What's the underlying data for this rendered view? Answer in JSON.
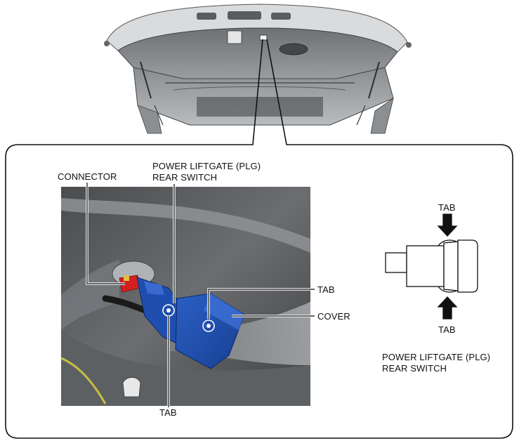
{
  "labels": {
    "connector": "CONNECTOR",
    "plg_switch_line1": "POWER LIFTGATE (PLG)",
    "plg_switch_line2": "REAR SWITCH",
    "tab_right": "TAB",
    "cover": "COVER",
    "tab_bottom": "TAB",
    "side_tab_top": "TAB",
    "side_tab_bottom": "TAB",
    "side_caption_line1": "POWER LIFTGATE (PLG)",
    "side_caption_line2": "REAR SWITCH"
  },
  "colors": {
    "switch_body": "#1f4fae",
    "switch_dark": "#163a86",
    "connector_red": "#d42020",
    "harness_yellow": "#c8c040"
  }
}
